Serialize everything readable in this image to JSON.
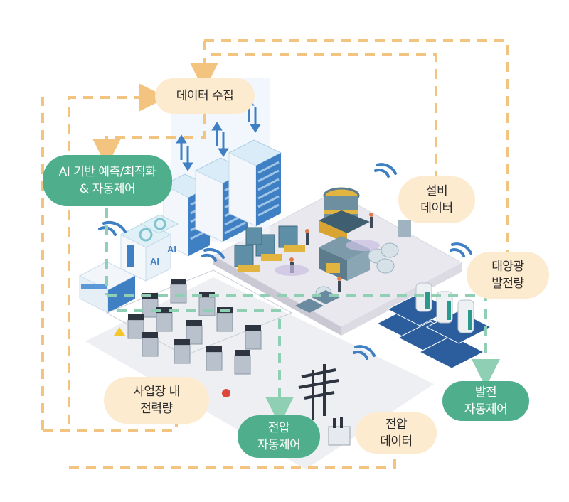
{
  "diagram": {
    "title": "AI-based energy data collection and automatic control flow",
    "colors": {
      "data_flow": "#f3c47f",
      "control_flow": "#8fd0b5",
      "data_pill": "#fdebd0",
      "control_pill": "#4fae8c",
      "server_blue": "#3f7fc4",
      "solar_panel": "#2c5e9e"
    },
    "nodes": {
      "data_collection": {
        "line1": "데이터 수집"
      },
      "ai_control": {
        "line1": "AI 기반 예측/최적화",
        "line2": "& 자동제어"
      },
      "equipment_data": {
        "line1": "설비",
        "line2": "데이터"
      },
      "solar_generation": {
        "line1": "태양광",
        "line2": "발전량"
      },
      "site_power": {
        "line1": "사업장 내",
        "line2": "전력량"
      },
      "voltage_control": {
        "line1": "전압",
        "line2": "자동제어"
      },
      "voltage_data": {
        "line1": "전압",
        "line2": "데이터"
      },
      "generation_control": {
        "line1": "발전",
        "line2": "자동제어"
      }
    },
    "illustrations": {
      "servers": {
        "labels": [
          "AI",
          "AI"
        ]
      },
      "factory": "factory-floor",
      "substation": "transformer-yard",
      "solar": "solar-farm-with-ess",
      "pylon": "power-pylon"
    }
  }
}
